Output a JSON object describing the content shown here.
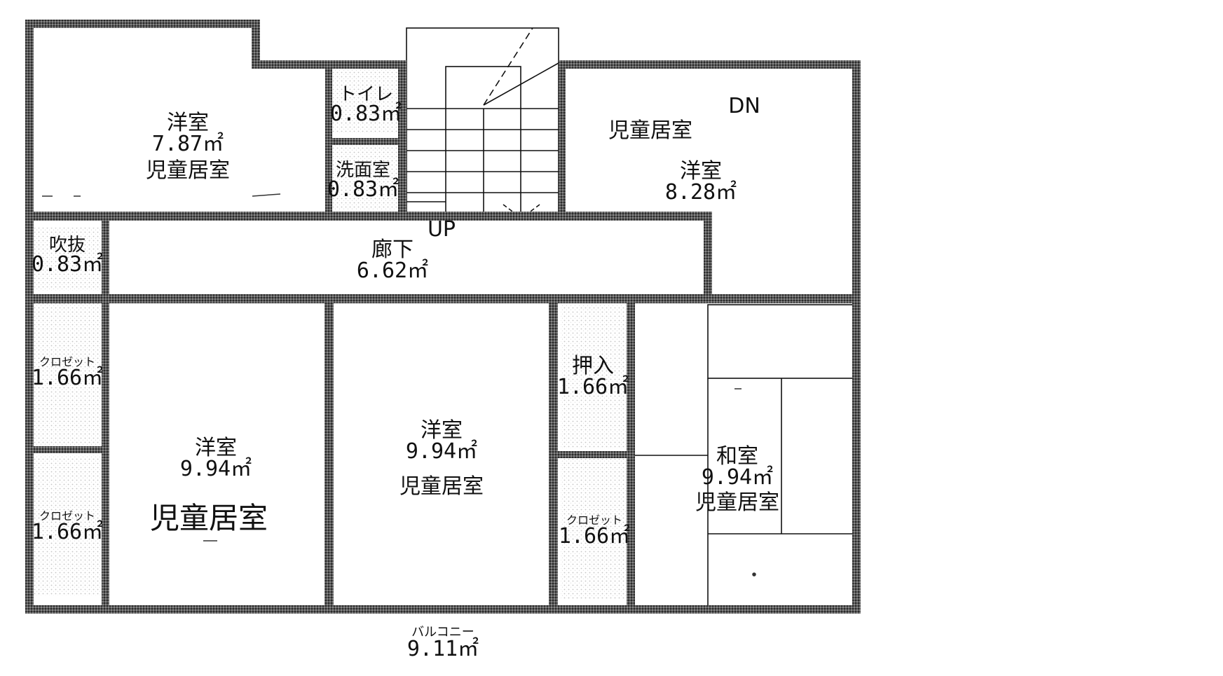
{
  "rooms": {
    "nw_room": {
      "type": "洋室",
      "area": "7.87㎡",
      "use": "児童居室"
    },
    "toilet": {
      "type": "トイレ",
      "area": "0.83㎡"
    },
    "washroom": {
      "type": "洗面室",
      "area": "0.83㎡"
    },
    "ne_room": {
      "use": "児童居室",
      "type": "洋室",
      "area": "8.28㎡"
    },
    "void": {
      "type": "吹抜",
      "area": "0.83㎡"
    },
    "hallway": {
      "type": "廊下",
      "area": "6.62㎡"
    },
    "closet_w1": {
      "type": "クロゼット",
      "area": "1.66㎡"
    },
    "closet_w2": {
      "type": "クロゼット",
      "area": "1.66㎡"
    },
    "sw_room": {
      "type": "洋室",
      "area": "9.94㎡",
      "use": "児童居室"
    },
    "s_room": {
      "type": "洋室",
      "area": "9.94㎡",
      "use": "児童居室"
    },
    "oshiire": {
      "type": "押入",
      "area": "1.66㎡"
    },
    "closet_e": {
      "type": "クロゼット",
      "area": "1.66㎡"
    },
    "washitsu": {
      "type": "和室",
      "area": "9.94㎡",
      "use": "児童居室"
    },
    "balcony": {
      "type": "バルコニー",
      "area": "9.11㎡"
    }
  },
  "stairs": {
    "up": "UP",
    "down": "DN"
  }
}
